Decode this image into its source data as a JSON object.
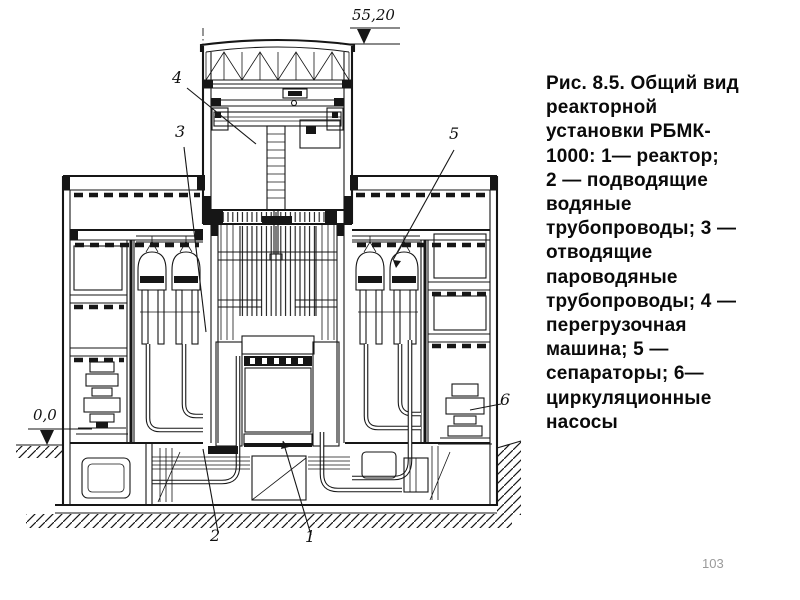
{
  "page": {
    "number": "103"
  },
  "caption": {
    "lines": [
      "Рис. 8.5. Общий вид",
      "реакторной",
      "установки РБМК-",
      "1000: 1— реактор;",
      "2 — подводящие",
      "водяные",
      "трубопроводы; 3 —",
      "отводящие",
      "пароводяные",
      "трубопроводы; 4 —",
      "перегрузочная",
      "машина; 5 —",
      "сепараторы; 6—",
      "циркуляционные",
      "насосы"
    ],
    "full_text": "Рис. 8.5. Общий вид реакторной установки РБМК-1000: 1— реактор; 2 — подводящие водяные трубопроводы; 3 — отводящие пароводяные трубопроводы; 4 — перегрузочная машина; 5 — сепараторы; 6— циркуляционные насосы"
  },
  "diagram": {
    "elevation_top": "55,20",
    "elevation_ground": "0,0",
    "ink_color": "#161616",
    "labels": {
      "l1": "1",
      "l2": "2",
      "l3": "3",
      "l4": "4",
      "l5": "5",
      "l6": "6"
    }
  }
}
